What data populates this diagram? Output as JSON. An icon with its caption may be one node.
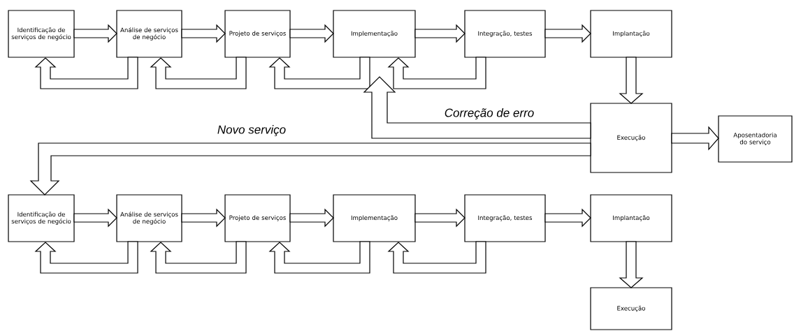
{
  "diagram": {
    "nodes": [
      {
        "text": [
          "Identificação de serviços de negócio"
        ]
      },
      {
        "text": [
          "Análise de serviços de negócio"
        ]
      },
      {
        "text": [
          "Projeto de serviços"
        ]
      },
      {
        "text": [
          "Implementação"
        ]
      },
      {
        "text": [
          "Integração, testes"
        ]
      },
      {
        "text": [
          "Implantação"
        ]
      },
      {
        "text": [
          "Execução"
        ]
      },
      {
        "text": [
          "Aposentadoria do serviço"
        ]
      },
      {
        "text": [
          "Identificação de serviços de negócio"
        ]
      },
      {
        "text": [
          "Análise de serviços de negócio"
        ]
      },
      {
        "text": [
          "Projeto de serviços"
        ]
      },
      {
        "text": [
          "Implementação"
        ]
      },
      {
        "text": [
          "Integração, testes"
        ]
      },
      {
        "text": [
          "Implantação"
        ]
      },
      {
        "text": [
          "Execução"
        ]
      }
    ],
    "edges": [
      {
        "from": 0,
        "to": 1,
        "arrow": "to"
      },
      {
        "from": 1,
        "to": 2,
        "arrow": "to"
      },
      {
        "from": 2,
        "to": 3,
        "arrow": "to"
      },
      {
        "from": 3,
        "to": 4,
        "arrow": "to"
      },
      {
        "from": 4,
        "to": 5,
        "arrow": "to"
      },
      {
        "from": 1,
        "to": 0,
        "arrow": "to"
      },
      {
        "from": 2,
        "to": 1,
        "arrow": "to"
      },
      {
        "from": 3,
        "to": 2,
        "arrow": "to"
      },
      {
        "from": 4,
        "to": 3,
        "arrow": "to"
      },
      {
        "from": 5,
        "to": 6,
        "arrow": "to"
      },
      {
        "from": 6,
        "to": 7,
        "arrow": "to"
      },
      {
        "from": 6,
        "to": 3,
        "arrow": "to",
        "label": "Correção de erro"
      },
      {
        "from": 6,
        "to": 8,
        "arrow": "to",
        "label": "Novo serviço"
      },
      {
        "from": 8,
        "to": 9,
        "arrow": "to"
      },
      {
        "from": 9,
        "to": 10,
        "arrow": "to"
      },
      {
        "from": 10,
        "to": 11,
        "arrow": "to"
      },
      {
        "from": 11,
        "to": 12,
        "arrow": "to"
      },
      {
        "from": 12,
        "to": 13,
        "arrow": "to"
      },
      {
        "from": 9,
        "to": 8,
        "arrow": "to"
      },
      {
        "from": 10,
        "to": 9,
        "arrow": "to"
      },
      {
        "from": 11,
        "to": 10,
        "arrow": "to"
      },
      {
        "from": 12,
        "to": 11,
        "arrow": "to"
      },
      {
        "from": 13,
        "to": 14,
        "arrow": "to"
      }
    ]
  }
}
